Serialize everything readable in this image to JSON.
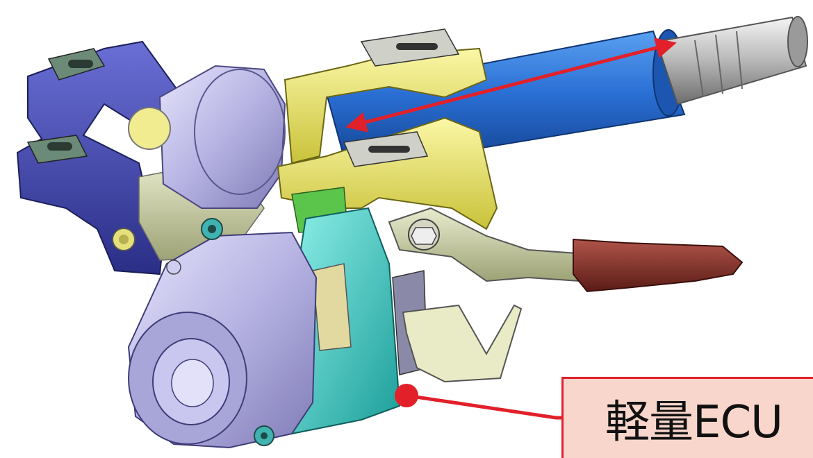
{
  "callout": {
    "label": "軽量ECU"
  },
  "colors": {
    "accent_red": "#e2202a",
    "callout_fill": "#f9d6cc",
    "shaft_blue": "#2f6fd0",
    "bracket_yellow": "#e6e04a",
    "motor_lavender": "#b9b6e6",
    "ecu_cyan": "#39c9c4",
    "mount_navy": "#3a3fa8",
    "lever_brown": "#7a2a22"
  },
  "parts": {
    "steering_shaft": "steering-shaft",
    "shaft_tip": "shaft-tip",
    "tilt_bracket": "tilt-bracket",
    "mounting_bracket": "mounting-bracket",
    "motor": "assist-motor",
    "gear_housing": "gear-housing",
    "ecu": "ecu-unit",
    "tilt_lever": "tilt-lever"
  }
}
